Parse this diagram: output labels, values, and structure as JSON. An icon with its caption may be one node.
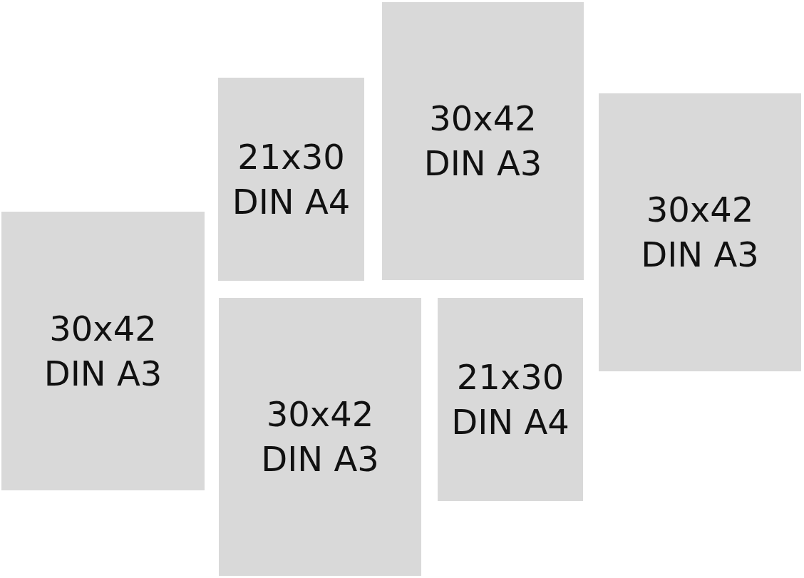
{
  "diagram": {
    "nodes": [
      {
        "text": [
          "21x30",
          "DIN A4"
        ]
      },
      {
        "text": [
          "30x42",
          "DIN A3"
        ]
      },
      {
        "text": [
          "30x42",
          "DIN A3"
        ]
      },
      {
        "text": [
          "30x42",
          "DIN A3"
        ]
      },
      {
        "text": [
          "30x42",
          "DIN A3"
        ]
      },
      {
        "text": [
          "21x30",
          "DIN A4"
        ]
      }
    ]
  }
}
